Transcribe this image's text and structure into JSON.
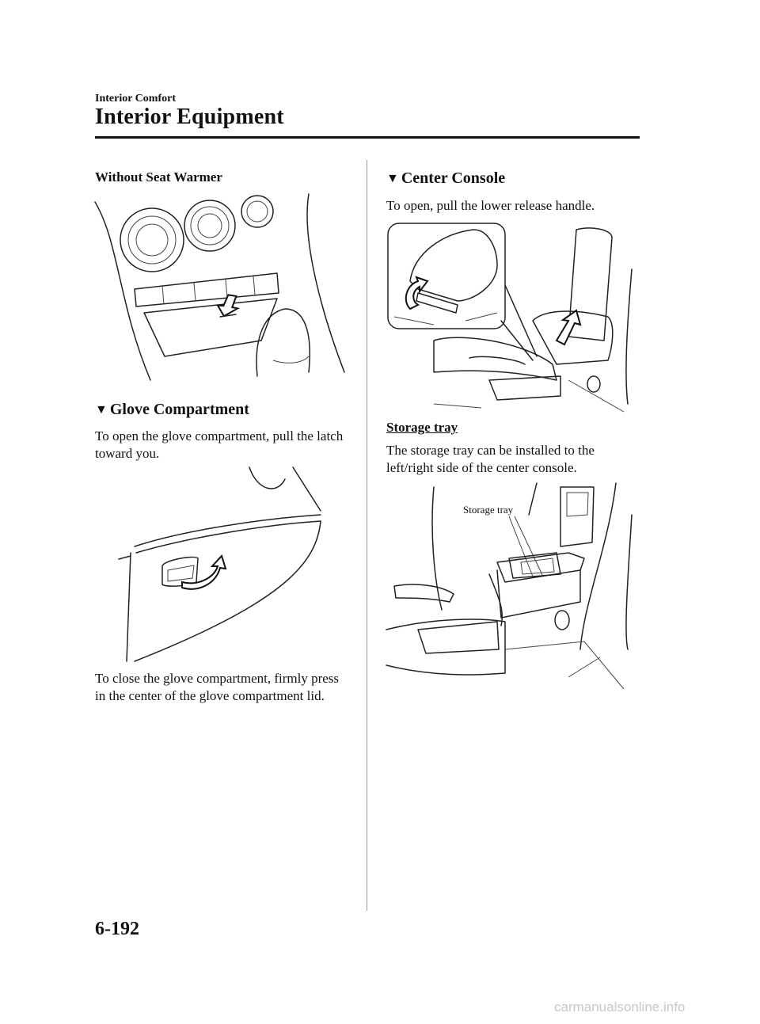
{
  "header": {
    "chapter": "Interior Comfort",
    "section": "Interior Equipment"
  },
  "left": {
    "without_seat_warmer": "Without Seat Warmer",
    "glove_title": "Glove Compartment",
    "glove_open_text": "To open the glove compartment, pull the latch toward you.",
    "glove_close_text": "To close the glove compartment, firmly press in the center of the glove compartment lid."
  },
  "right": {
    "console_title": "Center Console",
    "console_text": "To open, pull the lower release handle.",
    "storage_heading": "Storage tray",
    "storage_text": "The storage tray can be installed to the left/right side of the center console.",
    "storage_callout": "Storage tray"
  },
  "footer": {
    "page_number": "6-192",
    "watermark": "carmanualsonline.info"
  }
}
